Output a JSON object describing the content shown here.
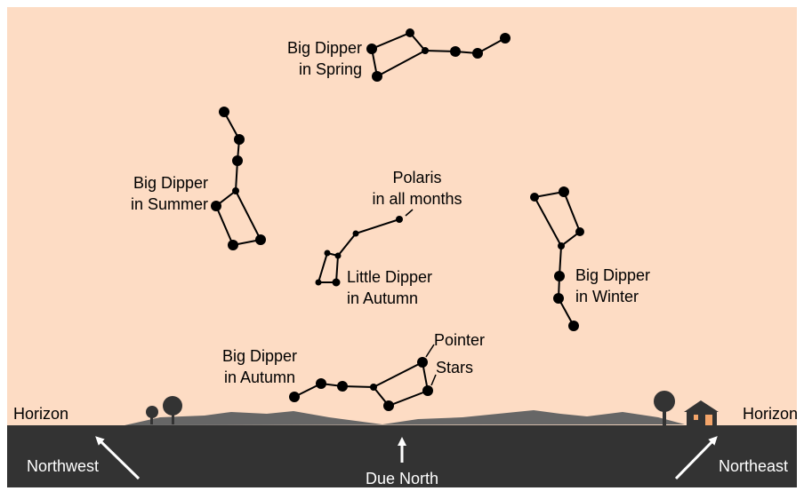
{
  "colors": {
    "sky": "#fddcc4",
    "ground": "#333333",
    "hills": "#666666",
    "star": "#000000",
    "arrow": "#ffffff",
    "house_window": "#f4a56a"
  },
  "labels": {
    "big_dipper_spring_1": "Big Dipper",
    "big_dipper_spring_2": "in Spring",
    "big_dipper_summer_1": "Big Dipper",
    "big_dipper_summer_2": "in Summer",
    "polaris_1": "Polaris",
    "polaris_2": "in all months",
    "little_dipper_1": "Little Dipper",
    "little_dipper_2": "in Autumn",
    "big_dipper_winter_1": "Big Dipper",
    "big_dipper_winter_2": "in Winter",
    "big_dipper_autumn_1": "Big Dipper",
    "big_dipper_autumn_2": "in Autumn",
    "pointer": "Pointer",
    "stars": "Stars",
    "horizon_left": "Horizon",
    "horizon_right": "Horizon",
    "northwest": "Northwest",
    "due_north": "Due North",
    "northeast": "Northeast"
  }
}
